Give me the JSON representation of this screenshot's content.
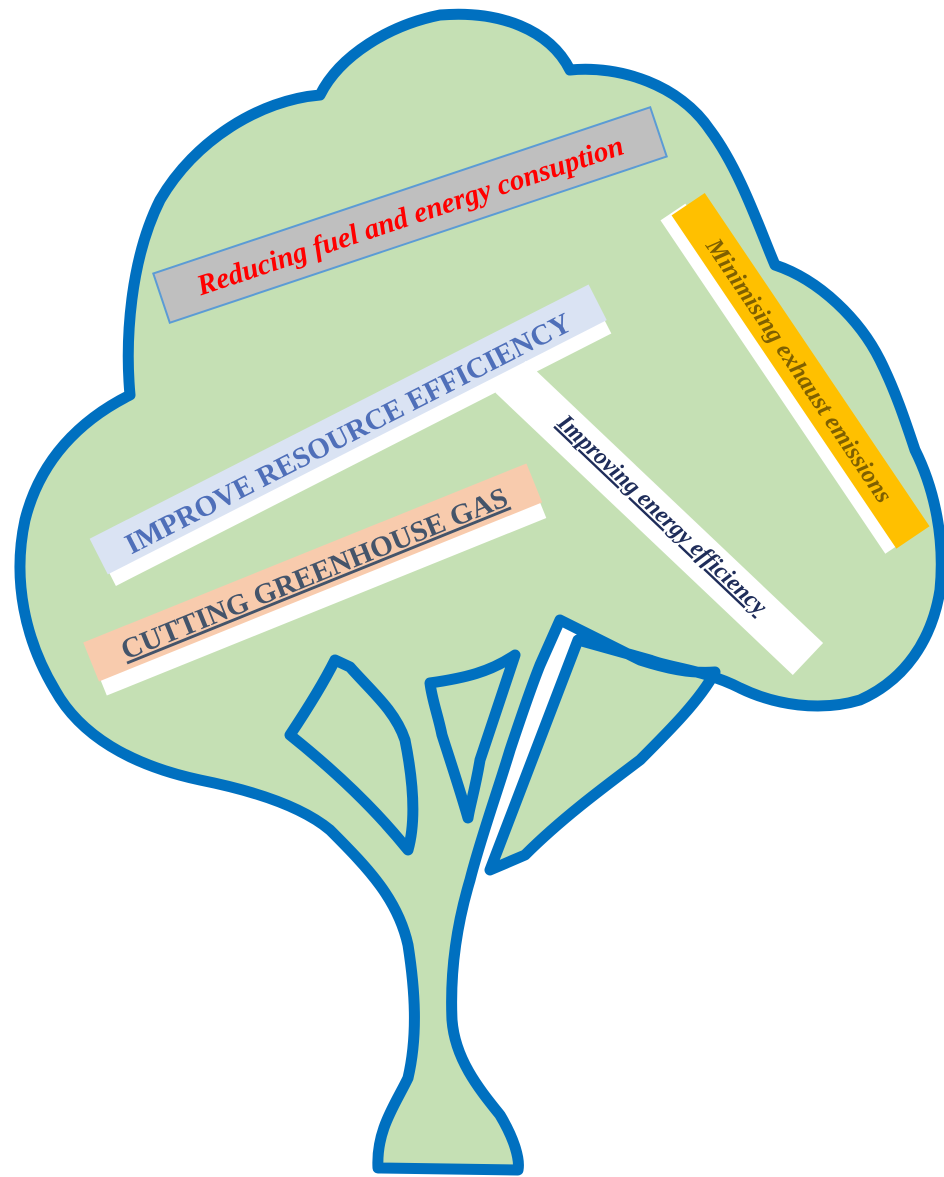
{
  "diagram": {
    "colors": {
      "tree_fill": "#c5e0b4",
      "tree_outline": "#0070c0",
      "background": "#ffffff"
    },
    "labels": [
      {
        "id": "fuel",
        "text": "Reducing fuel and energy consuption",
        "text_color": "#ff0000",
        "box_color": "#bfbfbf",
        "box_border": "#5b9bd5",
        "style": "bold italic"
      },
      {
        "id": "resource",
        "text": "IMPROVE RESOURCE EFFICIENCY",
        "text_color": "#4f6fb9",
        "box_color": "#dae3f3",
        "style": "bold"
      },
      {
        "id": "greenhouse",
        "text": "CUTTING GREENHOUSE GAS",
        "text_color": "#44546a",
        "box_color": "#f8cbad",
        "style": "bold underline"
      },
      {
        "id": "exhaust",
        "text": "Minimising exhaust emissions",
        "text_color": "#7f6000",
        "box_color": "#ffc000",
        "style": "bold italic"
      },
      {
        "id": "energy",
        "text": "Improving energy efficiency",
        "text_color": "#1f2d5a",
        "box_color": "#ffffff",
        "style": "bold italic underline"
      }
    ]
  }
}
